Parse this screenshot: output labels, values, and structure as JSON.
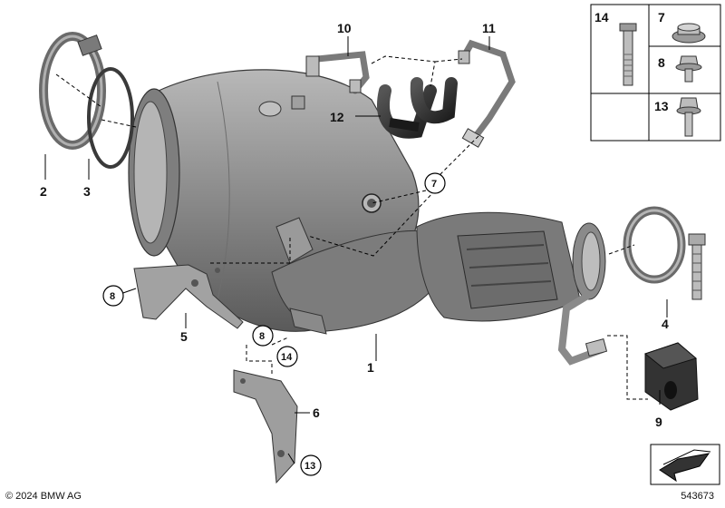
{
  "callouts": {
    "c1": "1",
    "c2": "2",
    "c3": "3",
    "c4": "4",
    "c5": "5",
    "c6": "6",
    "c7": "7",
    "c8a": "8",
    "c8b": "8",
    "c9": "9",
    "c10": "10",
    "c11": "11",
    "c12": "12",
    "c13": "13",
    "c14": "14"
  },
  "legend_box": {
    "n14": "14",
    "n7": "7",
    "n8": "8",
    "n13": "13"
  },
  "footer": {
    "copyright": "© 2024 BMW AG",
    "image_id": "543673"
  },
  "colors": {
    "part_body": "#8c8c8c",
    "part_light": "#c8c8c8",
    "part_dark": "#4a4a4a",
    "hose": "#2e2e2e",
    "line": "#000000"
  },
  "icons": [
    "catalytic-converter",
    "clamp",
    "gasket",
    "bracket",
    "hose",
    "pipe",
    "bolt",
    "nut",
    "rubber-mount",
    "direction-arrow"
  ]
}
